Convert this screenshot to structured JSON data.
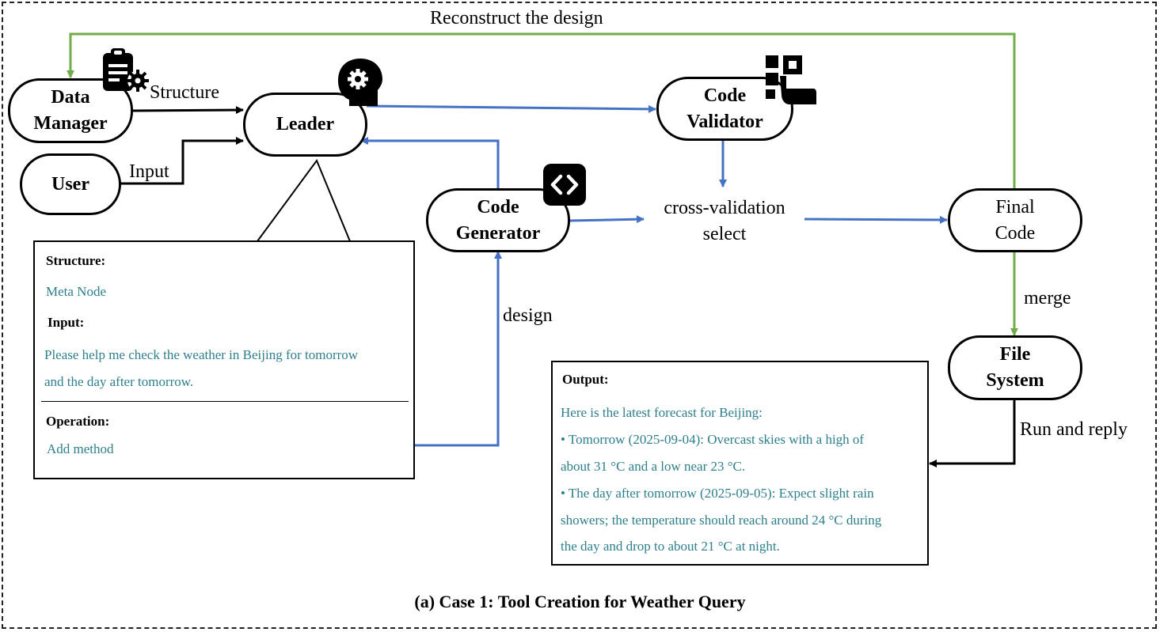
{
  "diagram": {
    "caption": "(a) Case 1: Tool Creation for Weather Query",
    "nodes": {
      "data_manager": [
        "Data",
        "Manager"
      ],
      "user": "User",
      "leader": "Leader",
      "code_validator": [
        "Code",
        "Validator"
      ],
      "code_generator": [
        "Code",
        "Generator"
      ],
      "final_code": [
        "Final",
        "Code"
      ],
      "file_system": [
        "File",
        "System"
      ]
    },
    "edge_labels": {
      "reconstruct": "Reconstruct the design",
      "structure": "Structure",
      "input": "Input",
      "cross_validation": [
        "cross-validation",
        "select"
      ],
      "design": "design",
      "merge": "merge",
      "run_reply": "Run and reply"
    },
    "callout": {
      "structure_heading": "Structure:",
      "structure_value": "Meta Node",
      "input_heading": "Input:",
      "input_lines": [
        "Please help me check the weather in Beijing for tomorrow",
        "and the day after tomorrow."
      ],
      "operation_heading": "Operation:",
      "operation_value": "Add method"
    },
    "output": {
      "heading": "Output:",
      "lines": [
        "Here is the latest forecast for Beijing:",
        "• Tomorrow (2025-09-04): Overcast skies with a high of",
        "about 31 °C and a low near 23 °C.",
        "• The day after tomorrow (2025-09-05): Expect slight rain",
        "showers; the temperature should reach around 24 °C during",
        "the day and drop to about 21 °C at night."
      ]
    },
    "colors": {
      "blue_edge": "#4472c4",
      "green_edge": "#70ad47",
      "black_edge": "#000000",
      "teal_text": "#2e7f8c"
    },
    "icons": [
      "clipboard-gear-icon",
      "head-gear-icon",
      "qr-hand-icon",
      "code-brackets-icon"
    ]
  }
}
